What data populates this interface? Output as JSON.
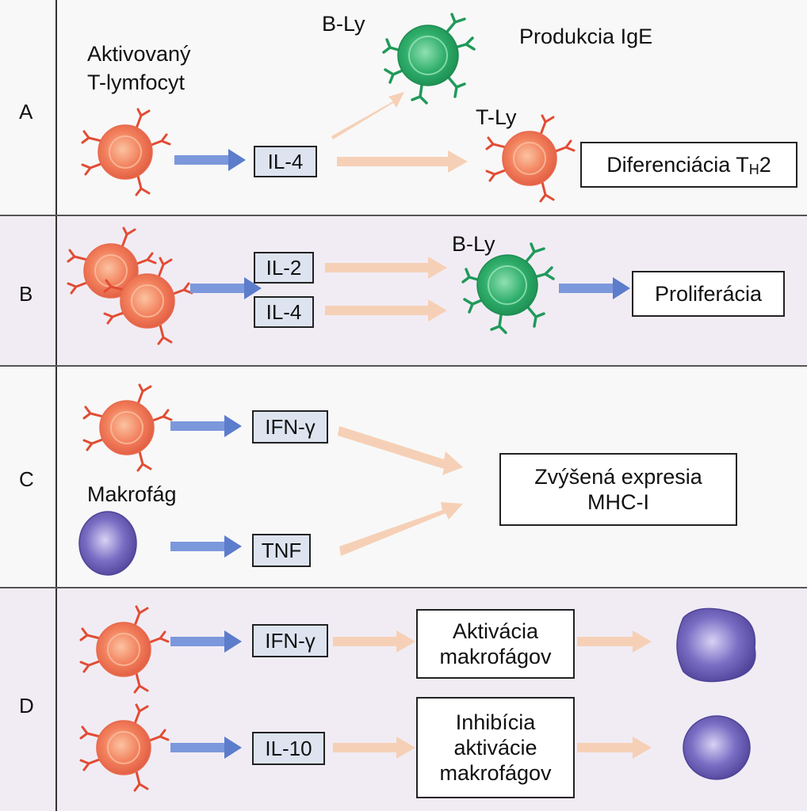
{
  "rows": {
    "a": {
      "label": "A",
      "cell_title_line1": "Aktivovaný",
      "cell_title_line2": "T-lymfocyt",
      "b_cell_label": "B-Ly",
      "t_cell_label": "T-Ly",
      "cytokine": "IL-4",
      "outcome_top": "Produkcia IgE",
      "outcome_box": "Diferenciácia T",
      "outcome_box_sub": "H",
      "outcome_box_tail": "2"
    },
    "b": {
      "label": "B",
      "b_cell_label": "B-Ly",
      "cytokine_1": "IL-2",
      "cytokine_2": "IL-4",
      "outcome_box": "Proliferácia"
    },
    "c": {
      "label": "C",
      "macrophage_label": "Makrofág",
      "cytokine_1": "IFN-γ",
      "cytokine_2": "TNF",
      "outcome_line1": "Zvýšená expresia",
      "outcome_line2": "MHC-I"
    },
    "d": {
      "label": "D",
      "cytokine_1": "IFN-γ",
      "cytokine_2": "IL-10",
      "outcome_1_line1": "Aktivácia",
      "outcome_1_line2": "makrofágov",
      "outcome_2_line1": "Inhibícia",
      "outcome_2_line2": "aktivácie",
      "outcome_2_line3": "makrofágov"
    }
  },
  "colors": {
    "t_cell": "#f08060",
    "b_cell": "#2fae6a",
    "macrophage": "#6a5fb4",
    "blue_arrow": "#6f8fd4",
    "peach_arrow": "#f6d0b6",
    "panel_a_bg": "#f8f8f8",
    "panel_b_bg": "#f1ecf4",
    "panel_c_bg": "#f8f8f8",
    "panel_d_bg": "#f1ecf4"
  }
}
